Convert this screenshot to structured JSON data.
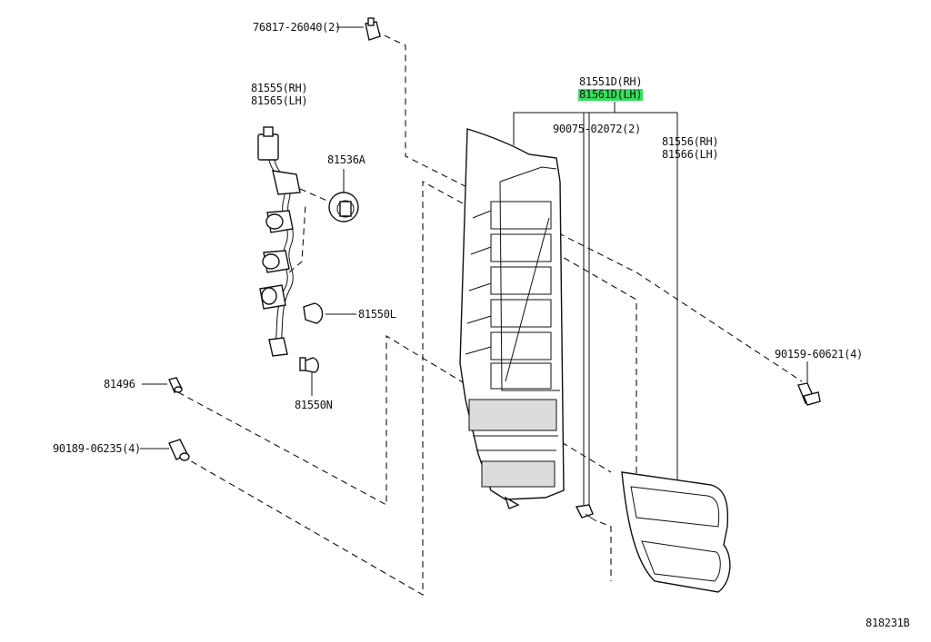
{
  "labels": {
    "clip_top": "76817-26040(2)",
    "socket_rh": "81555(RH)",
    "socket_lh": "81565(LH)",
    "socket_81536a": "81536A",
    "lamp_rh": "81551D(RH)",
    "lamp_lh": "81561D(LH)",
    "screw_90075": "90075-02072(2)",
    "lens_rh": "81556(RH)",
    "lens_lh": "81566(LH)",
    "bulb_81550l": "81550L",
    "bulb_81550n": "81550N",
    "nut_81496": "81496",
    "bolt_90159": "90159-60621(4)",
    "bolt_90189": "90189-06235(4)",
    "diagram_number": "818231B"
  },
  "colors": {
    "highlight": "#33e05a",
    "line": "#111111"
  }
}
